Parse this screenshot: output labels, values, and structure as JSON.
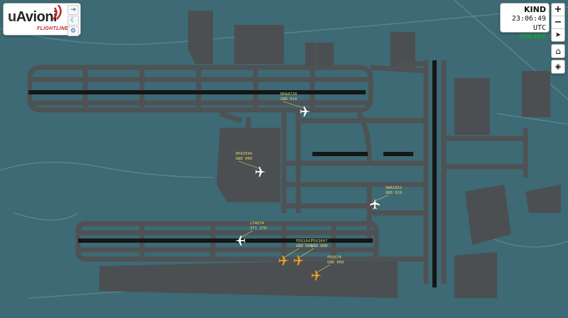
{
  "logo": {
    "brand_first": "u",
    "brand_rest": "Avioni",
    "sub": "FLIGHTLINE",
    "accent": "#c0262d"
  },
  "logo_buttons": [
    {
      "icon": "sign-in-icon",
      "glyph": "⇥"
    },
    {
      "icon": "moon-icon",
      "glyph": "☾"
    },
    {
      "icon": "gear-icon",
      "glyph": "⚙"
    }
  ],
  "status": {
    "airport": "KIND",
    "time": "23:06:49 UTC",
    "connection": "ONLINE",
    "connection_color": "#18a03a"
  },
  "map_controls": {
    "zoom_in": "+",
    "zoom_out": "−",
    "locate": "➤",
    "home": "⌂",
    "layers": "◈"
  },
  "colors": {
    "background": "#3d6a74",
    "pavement": "#4e5254",
    "runway": "#151617",
    "aircraft_white": "#ffffff",
    "aircraft_orange": "#f0a020",
    "label_text": "#e8d66a"
  },
  "aircraft": [
    {
      "callsign": "RPA4728",
      "status": "GND 014",
      "color": "white"
    },
    {
      "callsign": "RPA3594",
      "status": "GND 000",
      "color": "white"
    },
    {
      "callsign": "SWA1652",
      "status": "GND 019",
      "color": "white"
    },
    {
      "callsign": "LT4674",
      "status": "371 270",
      "color": "white"
    },
    {
      "callsign": "FDX1647",
      "status": "GND 000",
      "color": "orange"
    },
    {
      "callsign": "FDX3647",
      "status": "GND 000",
      "color": "orange"
    },
    {
      "callsign": "FDX574",
      "status": "GND 000",
      "color": "orange"
    }
  ]
}
